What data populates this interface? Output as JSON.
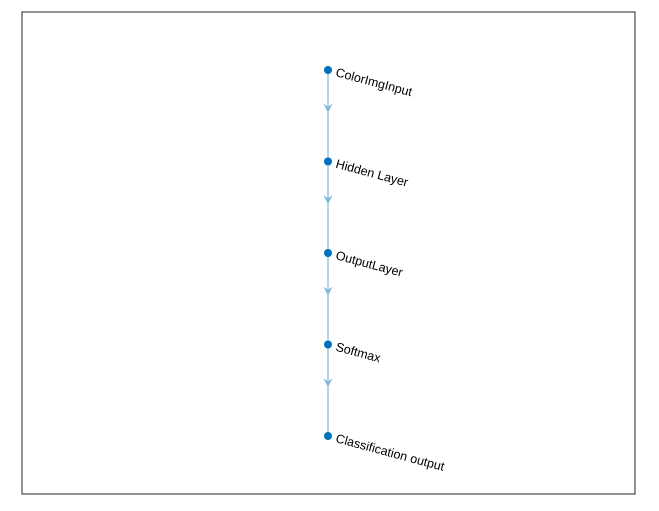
{
  "graph": {
    "nodes": [
      {
        "id": "n1",
        "label": "ColorImgInput"
      },
      {
        "id": "n2",
        "label": "Hidden Layer"
      },
      {
        "id": "n3",
        "label": "OutputLayer"
      },
      {
        "id": "n4",
        "label": "Softmax"
      },
      {
        "id": "n5",
        "label": "Classification output"
      }
    ],
    "edges": [
      {
        "from": "n1",
        "to": "n2"
      },
      {
        "from": "n2",
        "to": "n3"
      },
      {
        "from": "n3",
        "to": "n4"
      },
      {
        "from": "n4",
        "to": "n5"
      }
    ],
    "layout": "layered-vertical",
    "label_rotation_deg": -15,
    "colors": {
      "node": "#0072BD",
      "edge": "#80B9DE",
      "axes_box": "#262626",
      "background": "#ffffff"
    }
  }
}
